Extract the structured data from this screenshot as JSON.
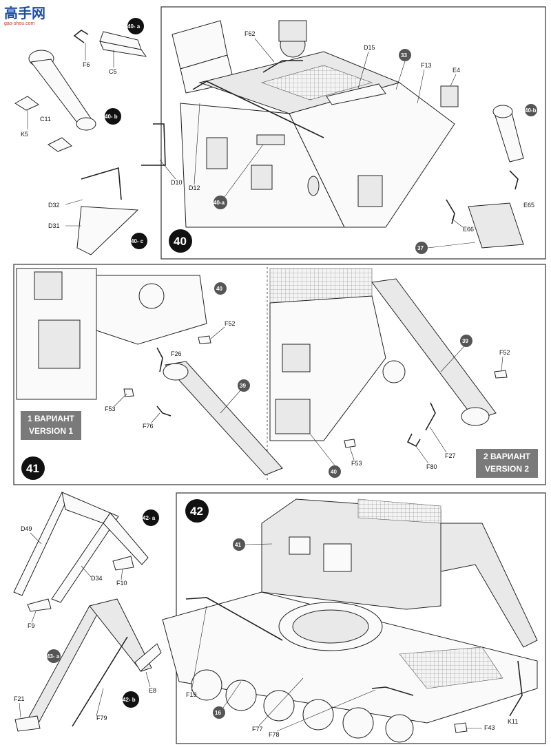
{
  "watermark": {
    "text": "高手网",
    "url": "gao-shou.com"
  },
  "steps": {
    "s40": "40",
    "s41": "41",
    "s42": "42"
  },
  "callouts": {
    "c40a": "40- a",
    "c40b": "40- b",
    "c40c": "40- c",
    "c33": "33",
    "c40b2": "40-b",
    "c40a2": "40-a",
    "c37": "37",
    "c40r1": "40",
    "c39r1": "39",
    "c39r2": "39",
    "c40r2": "40",
    "c42a": "42- a",
    "c43a": "43- a",
    "c42b": "42- b",
    "c41": "41",
    "c16": "16"
  },
  "labels": {
    "F6": "F6",
    "C5": "C5",
    "C11": "C11",
    "K5": "K5",
    "D32": "D32",
    "D31": "D31",
    "F62": "F62",
    "D15": "D15",
    "F13": "F13",
    "E4": "E4",
    "D10": "D10",
    "D12": "D12",
    "E65": "E65",
    "E66": "E66",
    "F52a": "F52",
    "F26": "F26",
    "F53a": "F53",
    "F76": "F76",
    "F52b": "F52",
    "F53b": "F53",
    "F27": "F27",
    "F80": "F80",
    "D49": "D49",
    "D34": "D34",
    "F10": "F10",
    "F9": "F9",
    "E8": "E8",
    "F21": "F21",
    "F79": "F79",
    "F19": "F19",
    "F77": "F77",
    "F78": "F78",
    "K11": "K11",
    "F43": "F43"
  },
  "variants": {
    "v1_ru": "1 ВАРИАНТ",
    "v1_en": "VERSION 1",
    "v2_ru": "2 ВАРИАНТ",
    "v2_en": "VERSION 2"
  }
}
